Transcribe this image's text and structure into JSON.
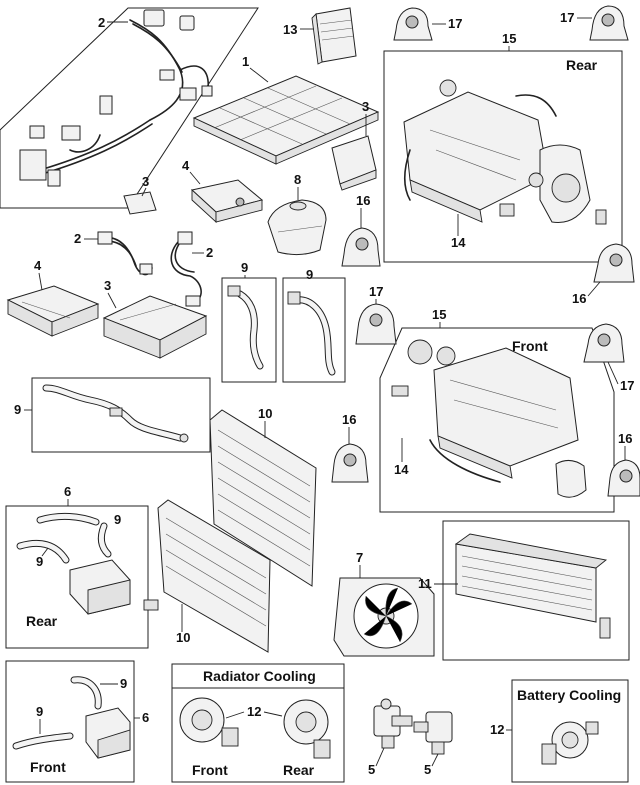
{
  "callouts": {
    "n1": "1",
    "n2a": "2",
    "n2b": "2",
    "n2c": "2",
    "n3a": "3",
    "n3b": "3",
    "n3c": "3",
    "n4a": "4",
    "n4b": "4",
    "n5a": "5",
    "n5b": "5",
    "n6a": "6",
    "n6b": "6",
    "n7": "7",
    "n8": "8",
    "n9a": "9",
    "n9b": "9",
    "n9c": "9",
    "n9d": "9",
    "n9e": "9",
    "n9f": "9",
    "n9g": "9",
    "n10a": "10",
    "n10b": "10",
    "n11": "11",
    "n12a": "12",
    "n12b": "12",
    "n13": "13",
    "n14a": "14",
    "n14b": "14",
    "n15a": "15",
    "n15b": "15",
    "n16a": "16",
    "n16b": "16",
    "n16c": "16",
    "n16d": "16",
    "n17a": "17",
    "n17b": "17",
    "n17c": "17",
    "n17d": "17"
  },
  "labels": {
    "rear_motor": "Rear",
    "front_motor": "Front",
    "rear_cooler": "Rear",
    "front_cooler": "Front",
    "radiator_cooling": "Radiator Cooling",
    "front_pump": "Front",
    "rear_pump": "Rear",
    "battery_cooling": "Battery Cooling"
  },
  "colors": {
    "line": "#222222",
    "fill": "#f2f2f2",
    "background": "#ffffff"
  }
}
